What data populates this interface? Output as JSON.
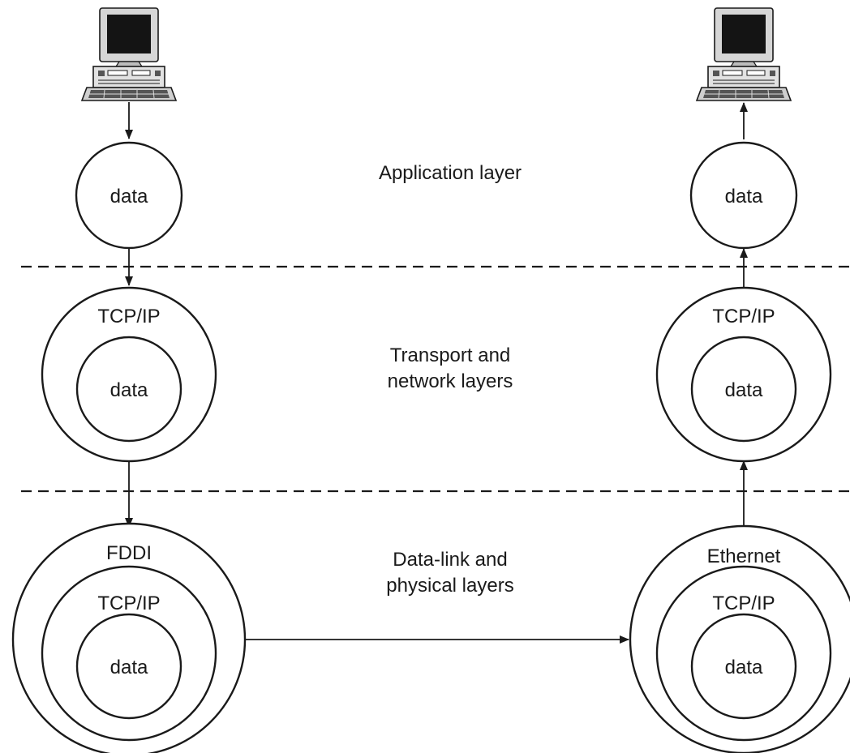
{
  "layers": {
    "application": [
      "Application layer"
    ],
    "transport_network": [
      "Transport and",
      "network layers"
    ],
    "datalink_physical": [
      "Data-link and",
      "physical layers"
    ]
  },
  "sender": {
    "computer_icon": "desktop-computer-icon",
    "app_circle": "data",
    "transport_outer": "TCP/IP",
    "transport_inner": "data",
    "link_outer": "FDDI",
    "link_middle": "TCP/IP",
    "link_inner": "data"
  },
  "receiver": {
    "computer_icon": "desktop-computer-icon",
    "app_circle": "data",
    "transport_outer": "TCP/IP",
    "transport_inner": "data",
    "link_outer": "Ethernet",
    "link_middle": "TCP/IP",
    "link_inner": "data"
  },
  "colors": {
    "ink": "#1a1a1a",
    "background": "#ffffff"
  }
}
